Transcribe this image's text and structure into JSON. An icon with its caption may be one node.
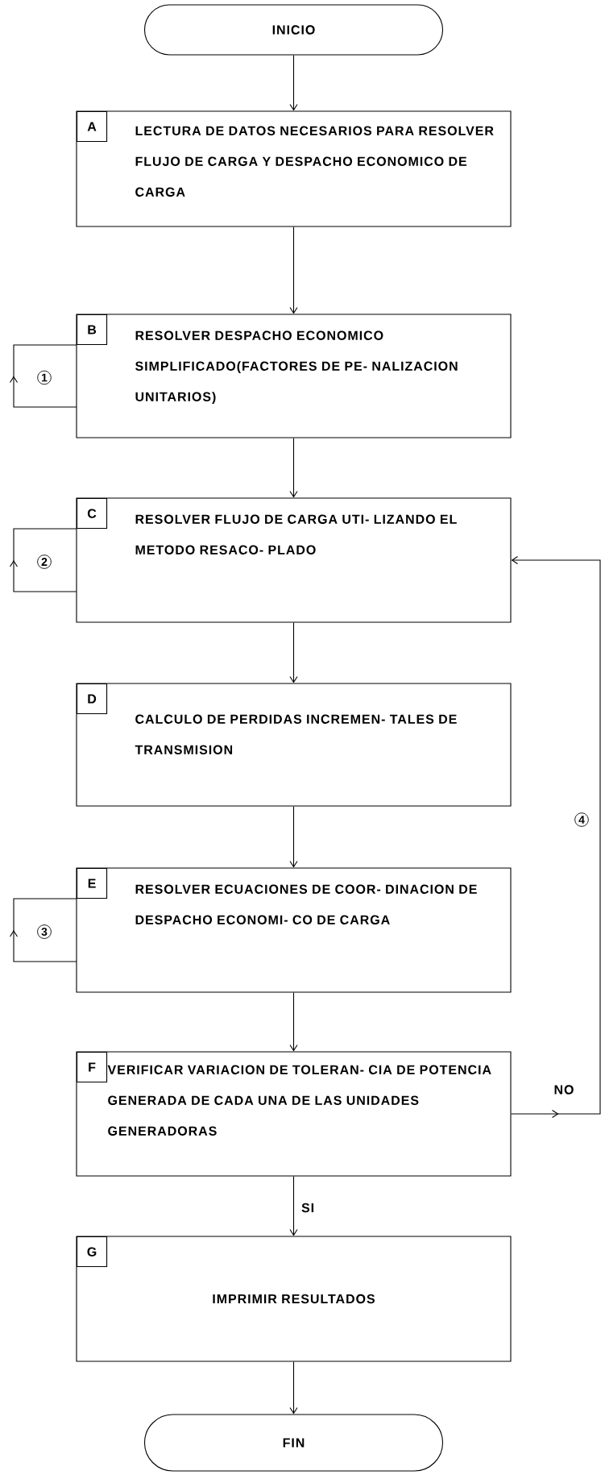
{
  "diagram": {
    "nodes": [
      {
        "text": [
          "INICIO"
        ]
      },
      {
        "text": [
          "A",
          "LECTURA DE DATOS NECESARIOS PARA RESOLVER FLUJO DE CARGA Y DESPACHO ECONOMICO DE CARGA"
        ]
      },
      {
        "text": [
          "B",
          "RESOLVER DESPACHO ECONOMICO SIMPLIFICADO(FACTORES DE PE- NALIZACION UNITARIOS)"
        ]
      },
      {
        "text": [
          "C",
          "RESOLVER FLUJO DE CARGA UTI- LIZANDO EL METODO RESACO- PLADO"
        ]
      },
      {
        "text": [
          "D",
          "CALCULO DE PERDIDAS INCREMEN- TALES DE TRANSMISION"
        ]
      },
      {
        "text": [
          "E",
          "RESOLVER ECUACIONES DE COOR- DINACION DE DESPACHO ECONOMI- CO DE CARGA"
        ]
      },
      {
        "text": [
          "F",
          "VERIFICAR VARIACION DE TOLERAN- CIA DE POTENCIA GENERADA DE CADA UNA DE LAS UNIDADES GENERADORAS"
        ]
      },
      {
        "text": [
          "G",
          "IMPRIMIR RESULTADOS"
        ]
      },
      {
        "text": [
          "FIN"
        ]
      }
    ],
    "edges": [
      {
        "from": 0,
        "to": 1,
        "arrow": "to"
      },
      {
        "from": 1,
        "to": 2,
        "arrow": "to"
      },
      {
        "from": 2,
        "to": 2,
        "arrow": "to",
        "label": "1"
      },
      {
        "from": 2,
        "to": 3,
        "arrow": "to"
      },
      {
        "from": 3,
        "to": 3,
        "arrow": "to",
        "label": "2"
      },
      {
        "from": 3,
        "to": 4,
        "arrow": "to"
      },
      {
        "from": 4,
        "to": 5,
        "arrow": "to"
      },
      {
        "from": 5,
        "to": 5,
        "arrow": "to",
        "label": "3"
      },
      {
        "from": 5,
        "to": 6,
        "arrow": "to"
      },
      {
        "from": 6,
        "to": 3,
        "arrow": "to",
        "label": "NO"
      },
      {
        "from": 6,
        "to": 7,
        "arrow": "to",
        "label": "SI"
      },
      {
        "from": 7,
        "to": 8,
        "arrow": "to"
      }
    ],
    "labels": [
      "4"
    ]
  }
}
